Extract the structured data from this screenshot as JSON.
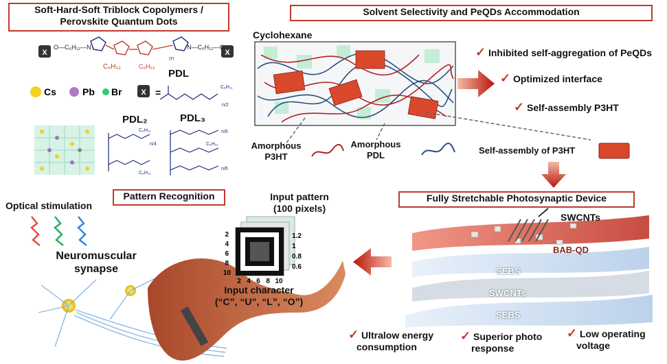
{
  "titles": {
    "top_left": [
      "Soft-Hard-Soft Triblock Copolymers /",
      "Perovskite Quantum Dots"
    ],
    "top_right": "Solvent Selectivity and PeQDs Accommodation",
    "pattern": "Pattern Recognition",
    "device": "Fully Stretchable Photosynaptic Device"
  },
  "chem": {
    "x": "X",
    "o_c6h12_n": "O—C₆H₁₂—N",
    "n_c6h12_o": "N—C₆H₁₂—O",
    "c6h13_1": "C₆H₁₃",
    "c6h13_2": "C₆H₁₃",
    "m": "m",
    "legend_cs": "Cs",
    "legend_pb": "Pb",
    "legend_br": "Br",
    "equals": "=",
    "pdl": "PDL",
    "pdl2": "PDL₂",
    "pdl3": "PDL₃",
    "c6h11": "C₆H₁₁",
    "n2": "n/2",
    "n4": "n/4",
    "n6": "n/6"
  },
  "solvent": {
    "cyclohexane": "Cyclohexane",
    "amorphous_p3ht": [
      "Amorphous",
      "P3HT"
    ],
    "amorphous_pdl": [
      "Amorphous",
      "PDL"
    ],
    "self_assembly_label": "Self-assembly of P3HT",
    "benefits": [
      "Inhibited self-aggregation of PeQDs",
      "Optimized interface",
      "Self-assembly P3HT"
    ]
  },
  "pattern": {
    "optical": "Optical stimulation",
    "synapse": [
      "Neuromuscular",
      "synapse"
    ],
    "input_pattern": [
      "Input pattern",
      "(100 pixels)"
    ],
    "input_char": [
      "Input character",
      "(“C”, “U”, “L”, “O”)"
    ],
    "y_ticks": [
      "2",
      "4",
      "6",
      "8",
      "10"
    ],
    "x_ticks": [
      "2",
      "4",
      "6",
      "8",
      "10"
    ],
    "scale_ticks": [
      "1.2",
      "1",
      "0.8",
      "0.6"
    ]
  },
  "device": {
    "swcnts_top": "SWCNTs",
    "bab_qd": "BAB-QD",
    "sebs_1": "SEBS",
    "swcnts": "SWCNTs",
    "sebs_2": "SEBS",
    "features": [
      [
        "Ultralow energy",
        "consumption"
      ],
      [
        "Superior photo",
        "response"
      ],
      [
        "Low operating",
        "voltage"
      ]
    ]
  },
  "colors": {
    "accent_red": "#c0392b",
    "p3ht_red": "#b22222",
    "pdl_blue": "#2c4f7c",
    "qd_orange": "#d9482b",
    "qd_green": "#b8ebcf"
  }
}
